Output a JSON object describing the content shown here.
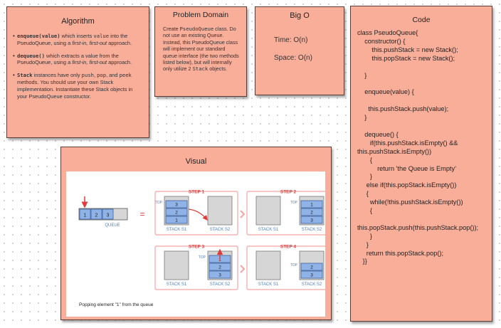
{
  "algorithm": {
    "title": "Algorithm",
    "items": [
      {
        "code": "enqueue(value)",
        "text": " which inserts ",
        "code2": "value",
        "text2": " into the PseudoQueue,  using a ",
        "em": "first-in, first-out",
        "text3": " approach."
      },
      {
        "code": "dequeue()",
        "text": " which extracts a value from the PseudoQueue, using a ",
        "em": "first-in, first-out",
        "text3": " approach."
      },
      {
        "code": "Stack",
        "text": " instances have only ",
        "code2": "push",
        "text2": ", ",
        "code3": "pop",
        "text3": ", and ",
        "code4": "peek",
        "text4": " methods. You should use your own Stack implementation. Instantiate these Stack objects in your PseudoQueue constructor."
      }
    ]
  },
  "problem": {
    "title": "Problem Domain",
    "t1": "Create ",
    "c1": "PseudoQueue",
    "t2": " class. Do not use an existing Queue. Instead, this PseudoQueue class will implement our standard queue interface (the two methods listed below), but will internally only utilize 2 ",
    "c2": "Stack",
    "t3": " objects."
  },
  "bigo": {
    "title": "Big O",
    "time": "Time: O(n)",
    "space": "Space: O(n)"
  },
  "code": {
    "title": "Code",
    "lines": [
      "class PseudoQueue{",
      "    constructor() {",
      "        this.pushStack = new Stack();",
      "        this.popStack = new Stack();",
      "",
      "    }",
      "",
      "    enqueue(value) {",
      "",
      "      this.pushStack.push(value);",
      "    }",
      "",
      "    dequeue() {",
      "       if(this.pushStack.isEmpty() &&",
      "this.pushStack.isEmpty())",
      "       {",
      "           return 'the Queue is Empty'",
      "       }",
      "     else if(this.popStack.isEmpty())",
      "     {",
      "       while(!this.pushStack.isEmpty())",
      "       {",
      "",
      "this.popStack.push(this.pushStack.pop());",
      "       }",
      "     }",
      "     return this.popStack.pop();",
      "   }}"
    ]
  },
  "visual": {
    "title": "Visual",
    "queue_label": "QUEUE",
    "queue_items": [
      "1",
      "2",
      "3"
    ],
    "equals": "=",
    "top_label": "TOP",
    "caption": "Popping element \"1\" from the queue",
    "steps": [
      {
        "label": "STEP 1",
        "s1": [
          "3",
          "2",
          "1"
        ],
        "s2": [],
        "s1_label": "STACK S1",
        "s2_label": "STACK S2"
      },
      {
        "label": "STEP 2",
        "s1": [],
        "s2": [
          "1",
          "2",
          "3"
        ],
        "s1_label": "STACK S1",
        "s2_label": "STACK S2"
      },
      {
        "label": "STEP 3",
        "s1": [],
        "s2": [
          "1",
          "2",
          "3"
        ],
        "s1_label": "STACK S1",
        "s2_label": "STACK S2"
      },
      {
        "label": "STEP 4",
        "s1": [],
        "s2": [
          "2",
          "3"
        ],
        "s1_label": "STACK S1",
        "s2_label": "STACK S2"
      }
    ],
    "colors": {
      "frame": "#f5a3a3",
      "stack_fill": "#d6d6d6",
      "item_fill": "#8fb3e6",
      "item_border": "#3d5f9e",
      "label": "#4f7fc2",
      "arrow": "#e03b3b"
    }
  }
}
